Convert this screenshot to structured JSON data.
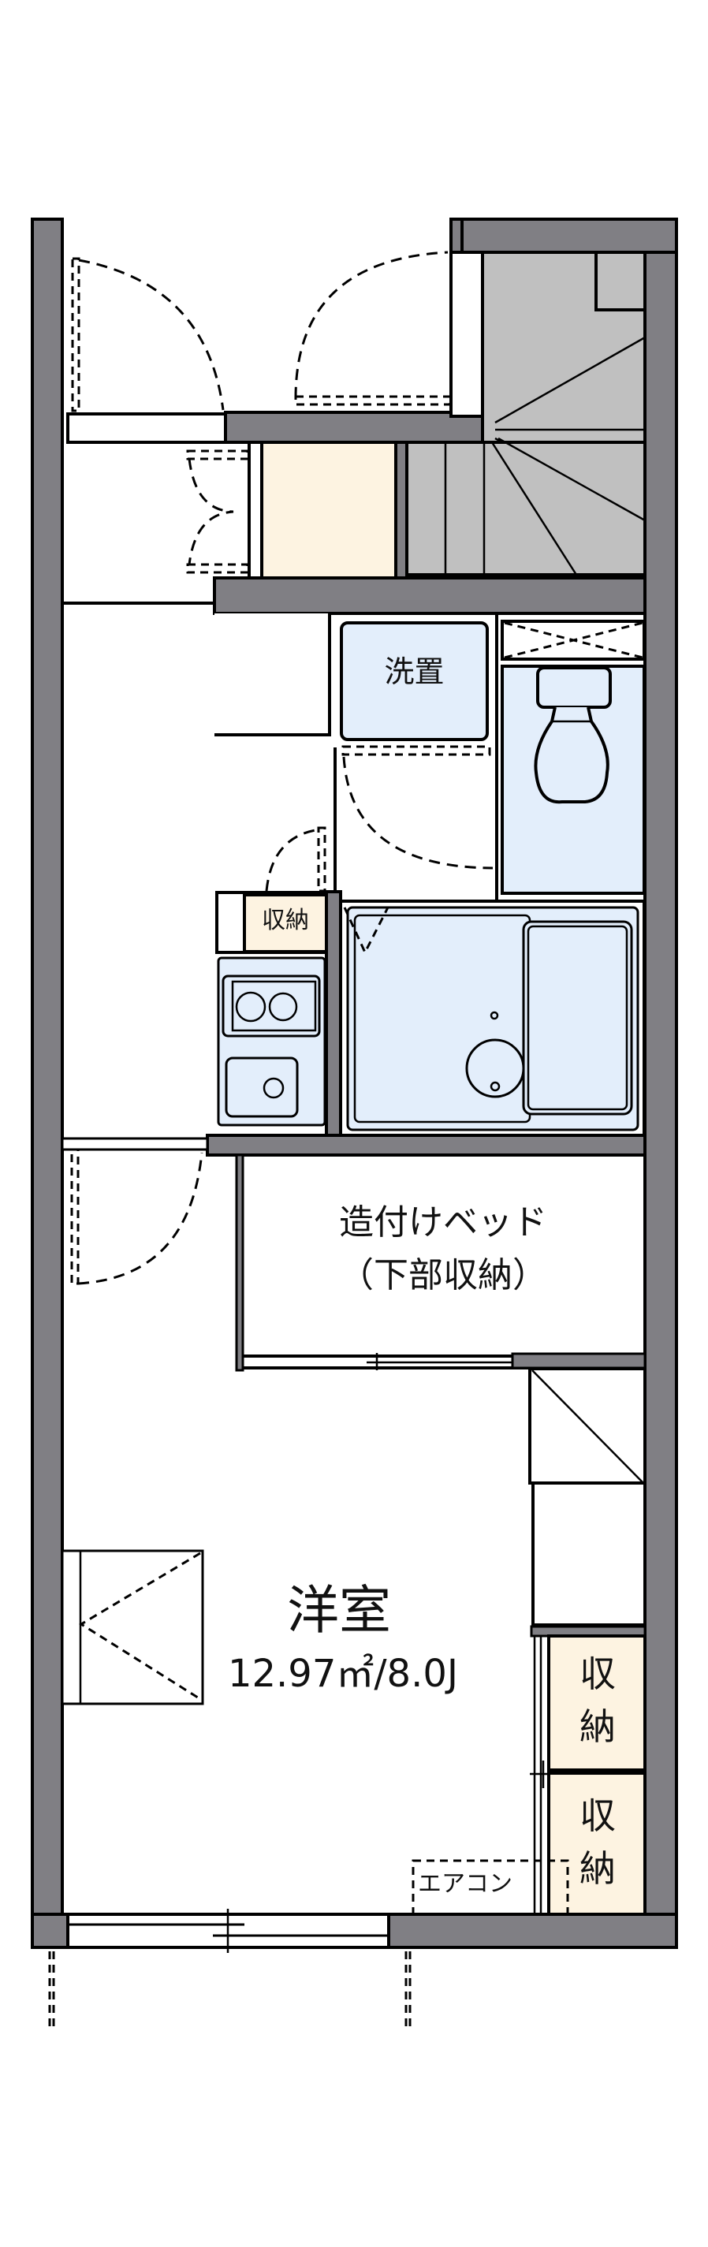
{
  "colors": {
    "wall": "#807f84",
    "stair": "#c0c0c0",
    "storage": "#fdf3e1",
    "wet_area": "#e3eefb",
    "floor": "#ffffff"
  },
  "rooms": {
    "washer": {
      "label": "洗置"
    },
    "kitchen_storage": {
      "label": "収納"
    },
    "built_in_bed": {
      "line1": "造付けベッド",
      "line2": "（下部収納）"
    },
    "western_room": {
      "label": "洋室",
      "area": "12.97㎡/8.0J"
    },
    "closet_upper": {
      "label": "収\n納"
    },
    "closet_lower": {
      "label": "収\n納"
    },
    "aircon": {
      "label": "エアコン"
    }
  }
}
